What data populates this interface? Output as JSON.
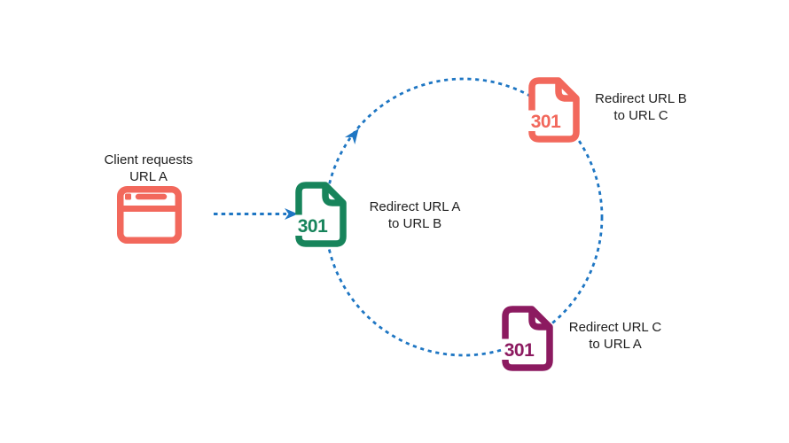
{
  "diagram": {
    "type": "redirect-loop-diagram",
    "colors": {
      "coral": "#F2685C",
      "green": "#17845B",
      "purple": "#8C1A60",
      "blue": "#1E76C3",
      "text": "#1E1E1E",
      "background": "#FFFFFF"
    },
    "client": {
      "icon": "browser-window-icon",
      "label_line1": "Client requests",
      "label_line2": "URL A"
    },
    "request_arrow": {
      "style": "dashed",
      "direction": "right",
      "color": "#1E76C3"
    },
    "loop": {
      "shape": "dashed-circle",
      "color": "#1E76C3",
      "flow_direction": "clockwise"
    },
    "redirects": [
      {
        "code": "301",
        "icon": "document-301-icon",
        "color": "#17845B",
        "label_line1": "Redirect URL A",
        "label_line2": "to URL B"
      },
      {
        "code": "301",
        "icon": "document-301-icon",
        "color": "#F2685C",
        "label_line1": "Redirect URL B",
        "label_line2": "to URL C"
      },
      {
        "code": "301",
        "icon": "document-301-icon",
        "color": "#8C1A60",
        "label_line1": "Redirect URL C",
        "label_line2": "to URL A"
      }
    ]
  }
}
